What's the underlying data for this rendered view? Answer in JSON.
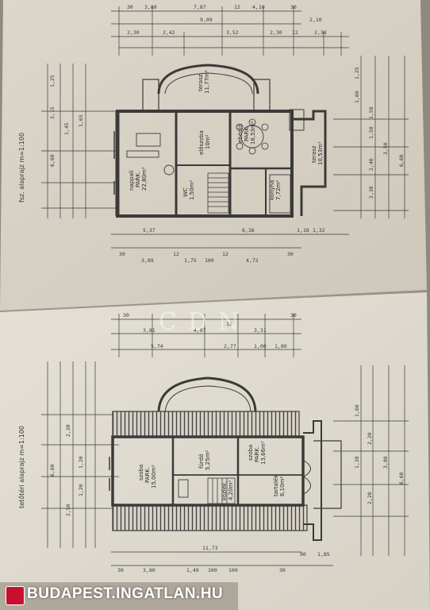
{
  "colors": {
    "paper_top": "#d6d1c5",
    "paper_bottom": "#dedad0",
    "ink": "#3a3a3a",
    "brand": "#c8102e"
  },
  "plans": {
    "ground_floor": {
      "title": "fsz. alaprajz m=1:100",
      "rooms": [
        {
          "name": "nappali",
          "detail": "PARK.",
          "area": "22,80m²"
        },
        {
          "name": "ebédlő",
          "detail": "PARK.",
          "area": "16,53m²"
        },
        {
          "name": "előszoba",
          "detail": "",
          "area": "10m²"
        },
        {
          "name": "terasz",
          "detail": "",
          "area": "11,77m²"
        },
        {
          "name": "terasz",
          "detail": "",
          "area": "10,53m²"
        },
        {
          "name": "konyha",
          "detail": "",
          "area": "7,72m²"
        },
        {
          "name": "WC",
          "detail": "",
          "area": "1,50m²"
        }
      ],
      "dims_top": [
        "30",
        "3,80",
        "7,87",
        "12",
        "4,10",
        "30"
      ],
      "dims_top2": [
        "9,09",
        "2,10"
      ],
      "dims_top3": [
        "2,30",
        "2,42",
        "3,52",
        "2,30",
        "12",
        "2,38"
      ],
      "dims_bottom": [
        "5,37",
        "6,36",
        "1,18",
        "1,32"
      ],
      "dims_bottom2": [
        "30",
        "3,89",
        "12",
        "1,75",
        "100",
        "12",
        "4,72",
        "30"
      ],
      "dims_left": [
        "1,25",
        "3,15",
        "6,60",
        "1,45",
        "1,65"
      ],
      "dims_right": [
        "1,25",
        "1,60",
        "1,50",
        "3,50",
        "2,40",
        "2,38",
        "6,60",
        "1,50"
      ]
    },
    "attic_floor": {
      "title": "tetőtéri alaprajz m=1:100",
      "rooms": [
        {
          "name": "szoba",
          "detail": "PARK.",
          "area": "15,00m²"
        },
        {
          "name": "szoba",
          "detail": "PARK.",
          "area": "13,66m²"
        },
        {
          "name": "tartalék",
          "detail": "",
          "area": "6,10m²"
        },
        {
          "name": "közlek.",
          "detail": "",
          "area": "4,20m²"
        },
        {
          "name": "fürdő",
          "detail": "",
          "area": "5,25m²"
        }
      ],
      "dims_top": [
        "30",
        "3,81",
        "4,07",
        "12",
        "3,31",
        "30"
      ],
      "dims_top2": [
        "5,74",
        "2,77",
        "1,00",
        "1,80"
      ],
      "dims_bottom": [
        "11,73"
      ],
      "dims_bottom2": [
        "30",
        "3,80",
        "1,49",
        "100",
        "100",
        "30",
        "90",
        "1,85"
      ],
      "dims_left": [
        "1,20",
        "1,20",
        "2,50",
        "6,60",
        "2,20"
      ],
      "dims_right": [
        "1,60",
        "2,20",
        "1,20",
        "3,80",
        "2,20",
        "6,60"
      ]
    }
  },
  "watermark": {
    "site": "BUDAPEST.INGATLAN.HU",
    "mark": "CDN"
  }
}
